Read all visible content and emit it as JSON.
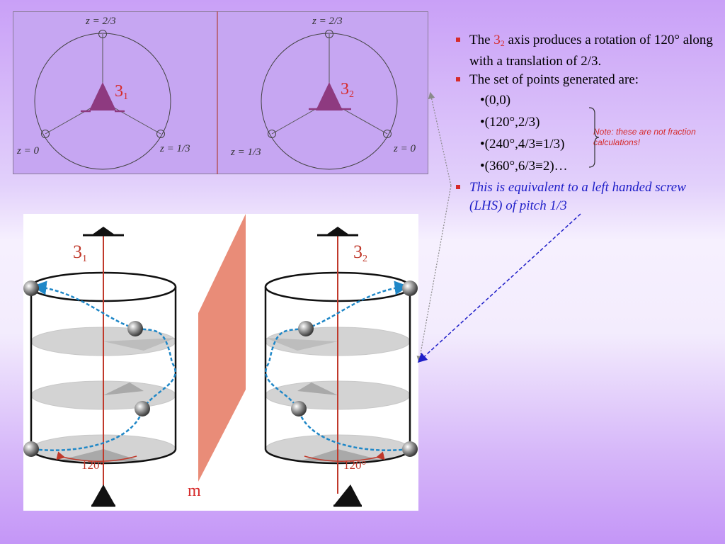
{
  "diagram_top": {
    "left": {
      "label_top": "z = 2/3",
      "label_bl": "z = 0",
      "label_br": "z = 1/3",
      "axis_main": "3",
      "axis_sub": "1"
    },
    "right": {
      "label_top": "z = 2/3",
      "label_bl": "z = 1/3",
      "label_br": "z = 0",
      "axis_main": "3",
      "axis_sub": "2"
    }
  },
  "diagram_bottom": {
    "left_axis_main": "3",
    "left_axis_sub": "1",
    "right_axis_main": "3",
    "right_axis_sub": "2",
    "left_angle": "120°",
    "right_angle": "120°",
    "mirror": "m"
  },
  "bullets": {
    "b1_prefix": "The ",
    "b1_axis": "3",
    "b1_axis_sub": "2",
    "b1_rest": " axis produces a rotation of 120° along with a translation of 2/3.",
    "b2": "The set of points generated are:",
    "points": [
      "•(0,0)",
      "•(120°,2/3)",
      "•(240°,4/3≡1/3)",
      "•(360°,6/3≡2)…"
    ],
    "b3": "This is equivalent to a left handed screw (LHS) of pitch 1/3"
  },
  "note": "Note: these are not fraction calculations!",
  "colors": {
    "accent_red": "#d62a2a",
    "link_blue": "#1e1ec8",
    "triangle": "#8e3a80",
    "mirror_plane": "#e98c78",
    "axis_line": "#c0392b",
    "path_blue": "#1f87c7"
  }
}
